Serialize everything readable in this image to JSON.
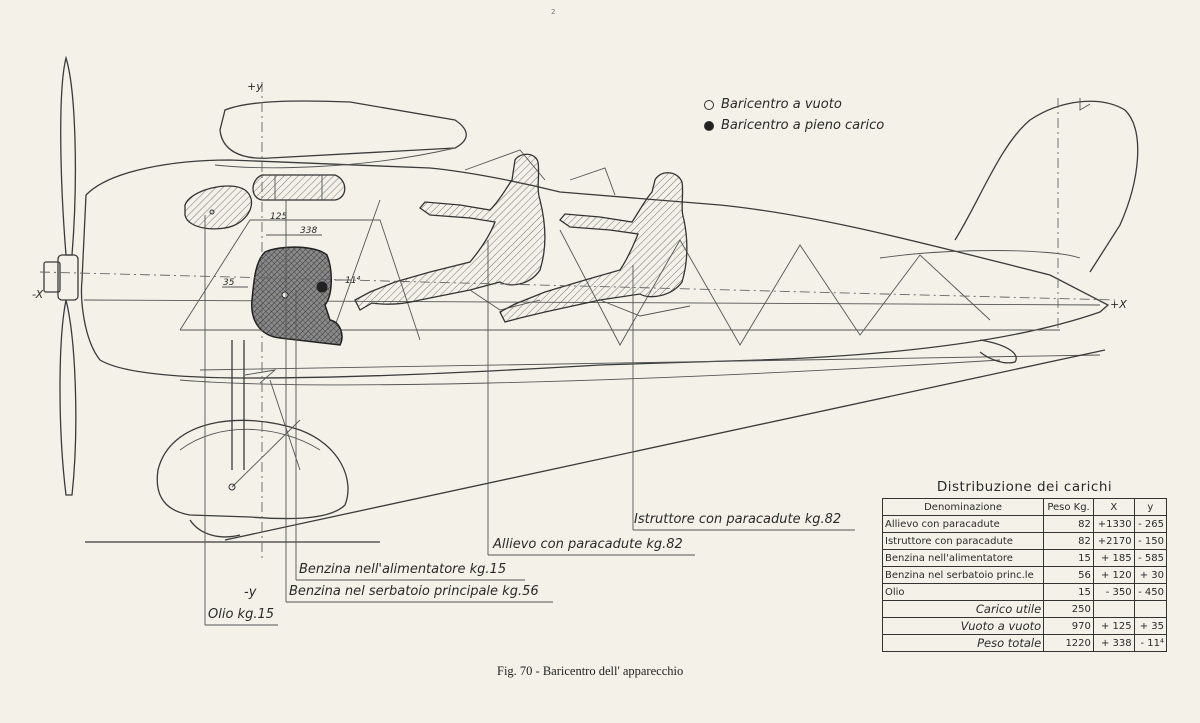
{
  "page_marker": "2",
  "axes": {
    "plus_y": "+y",
    "minus_y": "-y",
    "plus_x": "+X",
    "minus_x": "-X"
  },
  "legend": {
    "empty_cg": "Baricentro a vuoto",
    "loaded_cg": "Baricentro a pieno carico"
  },
  "dimensions": {
    "d125": "125",
    "d338": "338",
    "d35": "35",
    "d114": "11⁴"
  },
  "callouts": {
    "instructor": "Istruttore con paracadute kg.82",
    "student": "Allievo con paracadute kg.82",
    "fuel_feeder": "Benzina nell'alimentatore kg.15",
    "fuel_main": "Benzina nel serbatoio principale kg.56",
    "oil": "Olio kg.15"
  },
  "table": {
    "title": "Distribuzione dei carichi",
    "headers": [
      "Denominazione",
      "Peso Kg.",
      "X",
      "y"
    ],
    "rows": [
      {
        "name": "Allievo con paracadute",
        "peso": "82",
        "x": "+1330",
        "y": "- 265"
      },
      {
        "name": "Istruttore con paracadute",
        "peso": "82",
        "x": "+2170",
        "y": "- 150"
      },
      {
        "name": "Benzina nell'alimentatore",
        "peso": "15",
        "x": "+ 185",
        "y": "- 585"
      },
      {
        "name": "Benzina nel serbatoio princ.le",
        "peso": "56",
        "x": "+ 120",
        "y": "+ 30"
      },
      {
        "name": "Olio",
        "peso": "15",
        "x": "- 350",
        "y": "- 450"
      }
    ],
    "summary": [
      {
        "label": "Carico utile",
        "peso": "250",
        "x": "",
        "y": ""
      },
      {
        "label": "Vuoto a vuoto",
        "peso": "970",
        "x": "+ 125",
        "y": "+ 35"
      },
      {
        "label": "Peso totale",
        "peso": "1220",
        "x": "+ 338",
        "y": "- 11⁴"
      }
    ]
  },
  "caption": "Fig. 70 - Baricentro dell' apparecchio"
}
